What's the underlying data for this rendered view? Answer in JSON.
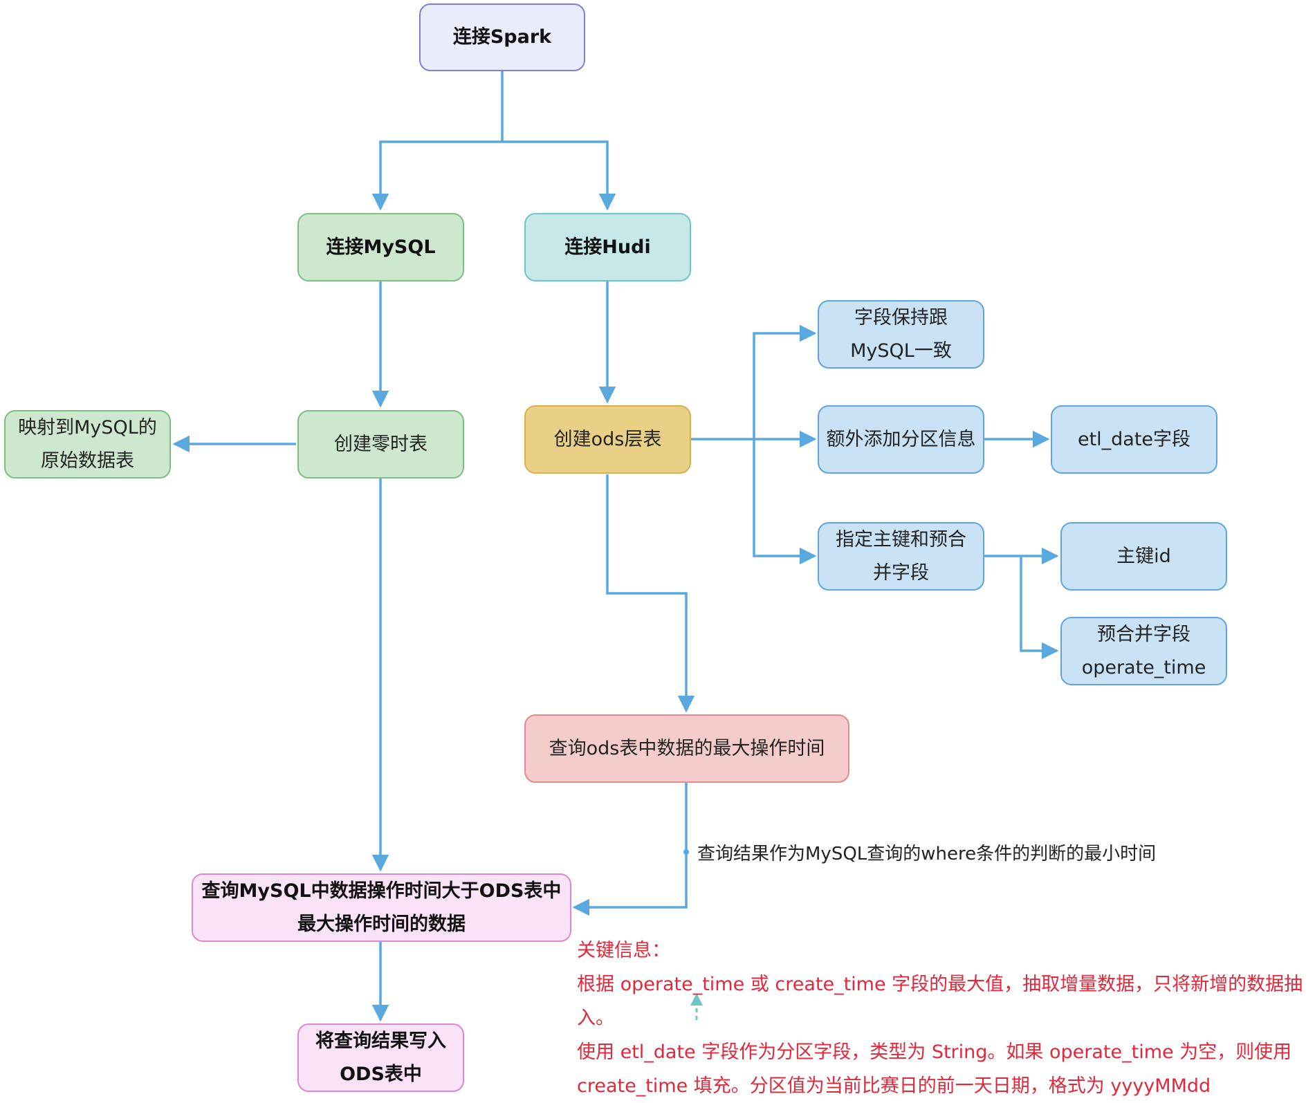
{
  "nodes": {
    "spark": "连接Spark",
    "mysql": "连接MySQL",
    "hudi": "连接Hudi",
    "temp_table": "创建零时表",
    "mapping": "映射到MySQL的\n原始数据表",
    "ods": "创建ods层表",
    "fields_same": "字段保持跟\nMySQL一致",
    "partition": "额外添加分区信息",
    "etl_date": "etl_date字段",
    "keys": "指定主键和预合\n并字段",
    "pk_id": "主键id",
    "precombine": "预合并字段\noperate_time",
    "query_max": "查询ods表中数据的最大操作时间",
    "query_mysql": "查询MySQL中数据操作时间大于ODS表中\n最大操作时间的数据",
    "write_ods": "将查询结果写入\nODS表中"
  },
  "edge_label": "查询结果作为MySQL查询的where条件的判断的最小时间",
  "notes": {
    "title": "关键信息：",
    "line1": "根据 operate_time 或 create_time 字段的最大值，抽取增量数据，只将新增的数据抽入。",
    "line2": "使用 etl_date 字段作为分区字段，类型为 String。如果 operate_time 为空，则使用 create_time 填充。分区值为当前比赛日的前一天日期，格式为 yyyyMMdd"
  },
  "colors": {
    "edge": "#5aa9de",
    "note": "#e0283a",
    "dashed_arrow": "#6cc6c6"
  }
}
